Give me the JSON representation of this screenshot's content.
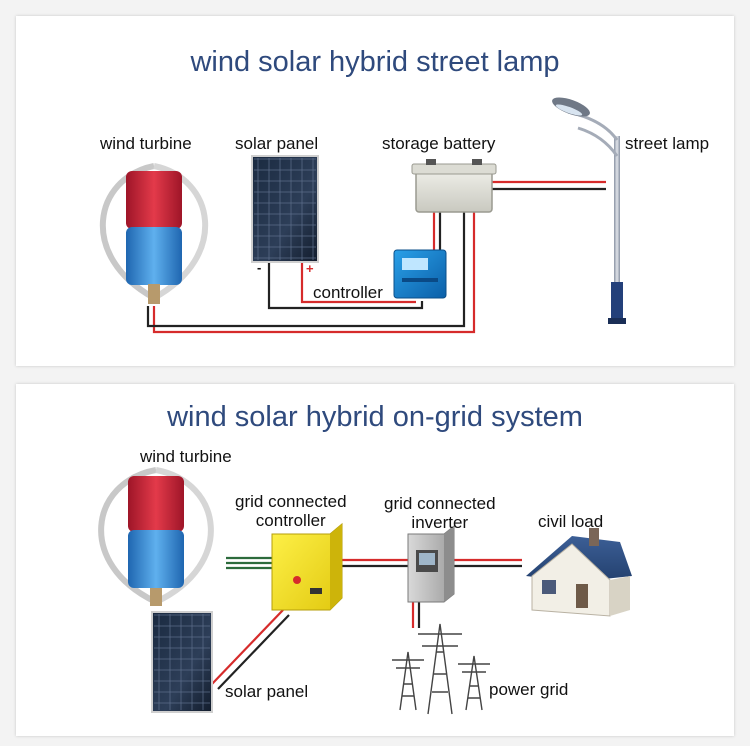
{
  "top_diagram": {
    "title": "wind solar hybrid street lamp",
    "labels": {
      "wind_turbine": "wind turbine",
      "solar_panel": "solar panel",
      "storage_battery": "storage battery",
      "street_lamp": "street lamp",
      "controller": "controller"
    },
    "panel_minus": "-",
    "panel_plus": "+"
  },
  "bottom_diagram": {
    "title": "wind solar hybrid on-grid system",
    "labels": {
      "wind_turbine": "wind turbine",
      "grid_controller": [
        "grid connected",
        "controller"
      ],
      "grid_inverter": [
        "grid connected",
        "inverter"
      ],
      "civil_load": "civil load",
      "solar_panel": "solar panel",
      "power_grid": "power grid"
    }
  },
  "colors": {
    "title": "#2f4a7d",
    "wire_red": "#d62b2b",
    "wire_black": "#222222",
    "turbine_red": "#d02a3a",
    "turbine_blue": "#3d8fd6",
    "controller_yellow": "#f2dc1c",
    "lamp_pole_blue": "#23407a"
  }
}
